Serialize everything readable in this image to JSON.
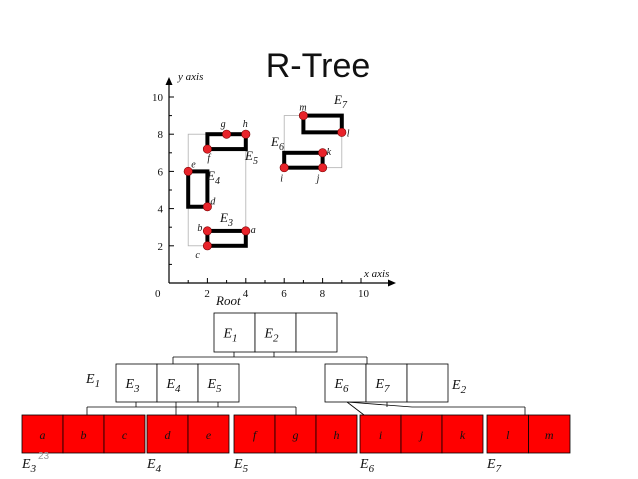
{
  "slide": {
    "title": "R-Tree",
    "page_number": "23"
  },
  "plot": {
    "x_axis_label": "x axis",
    "y_axis_label": "y axis",
    "x_ticks": [
      "0",
      "2",
      "4",
      "6",
      "8",
      "10"
    ],
    "y_ticks": [
      "2",
      "4",
      "6",
      "8",
      "10"
    ],
    "points": [
      {
        "label": "a",
        "x": 4,
        "y": 2.8
      },
      {
        "label": "b",
        "x": 2,
        "y": 2.8
      },
      {
        "label": "c",
        "x": 2,
        "y": 2
      },
      {
        "label": "d",
        "x": 2,
        "y": 4.1
      },
      {
        "label": "e",
        "x": 1,
        "y": 6
      },
      {
        "label": "f",
        "x": 2,
        "y": 7.2
      },
      {
        "label": "g",
        "x": 3,
        "y": 8
      },
      {
        "label": "h",
        "x": 4,
        "y": 8
      },
      {
        "label": "i",
        "x": 6,
        "y": 6.2
      },
      {
        "label": "j",
        "x": 8,
        "y": 6.2
      },
      {
        "label": "k",
        "x": 8,
        "y": 7
      },
      {
        "label": "l",
        "x": 9,
        "y": 8.1
      },
      {
        "label": "m",
        "x": 7,
        "y": 9
      }
    ],
    "leaf_rects": [
      {
        "label": "E3",
        "x0": 2,
        "y0": 2,
        "x1": 4,
        "y1": 2.8
      },
      {
        "label": "E4",
        "x0": 1,
        "y0": 4.1,
        "x1": 2,
        "y1": 6
      },
      {
        "label": "E5",
        "x0": 2,
        "y0": 7.2,
        "x1": 4,
        "y1": 8
      },
      {
        "label": "E6",
        "x0": 6,
        "y0": 6.2,
        "x1": 8,
        "y1": 7
      },
      {
        "label": "E7",
        "x0": 7,
        "y0": 8.1,
        "x1": 9,
        "y1": 9
      }
    ],
    "group_rects": [
      {
        "label": "E1",
        "x0": 1,
        "y0": 2,
        "x1": 4,
        "y1": 8
      },
      {
        "label": "E2",
        "x0": 6,
        "y0": 6.2,
        "x1": 9,
        "y1": 9
      }
    ]
  },
  "tree": {
    "root_label": "Root",
    "root_entries": [
      "E1",
      "E2",
      ""
    ],
    "level1": [
      {
        "name": "E1",
        "entries": [
          "E3",
          "E4",
          "E5"
        ]
      },
      {
        "name": "E2",
        "entries": [
          "E6",
          "E7",
          ""
        ]
      }
    ],
    "leaves": [
      {
        "name": "E3",
        "entries": [
          "a",
          "b",
          "c"
        ]
      },
      {
        "name": "E4",
        "entries": [
          "d",
          "e"
        ]
      },
      {
        "name": "E5",
        "entries": [
          "f",
          "g",
          "h"
        ]
      },
      {
        "name": "E6",
        "entries": [
          "i",
          "j",
          "k"
        ]
      },
      {
        "name": "E7",
        "entries": [
          "l",
          "m"
        ]
      }
    ]
  },
  "colors": {
    "point": "#e8232a",
    "leaf_fill": "#ff0000",
    "rect_stroke": "#000000",
    "mbr_stroke": "#b0b0b0"
  }
}
